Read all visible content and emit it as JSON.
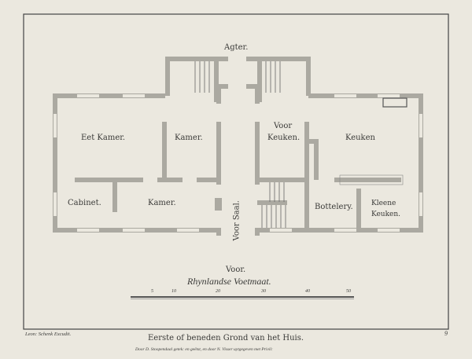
{
  "orientation": {
    "back": "Agter.",
    "front": "Voor."
  },
  "rooms": {
    "eet_kamer": "Eet Kamer.",
    "kamer_top": "Kamer.",
    "cabinet": "Cabinet.",
    "kamer_bottom": "Kamer.",
    "voor_saal": "Voor Saal.",
    "voor_keuken_1": "Voor",
    "voor_keuken_2": "Keuken.",
    "keuken": "Keuken",
    "bottelery": "Bottelery.",
    "kleene_keuken_1": "Kleene",
    "kleene_keuken_2": "Keuken."
  },
  "scale": {
    "title": "Rhynlandse Voetmaat.",
    "ticks": [
      "5",
      "10",
      "20",
      "30",
      "40",
      "50"
    ]
  },
  "footer": {
    "publisher": "Leon: Schenk Excudit.",
    "title": "Eerste of beneden Grond van het Huis.",
    "credit": "Door D. Stoopendaal getek: en geëtst, en door N. Visser uytgegeven met Privil:",
    "plate_number": "9"
  },
  "colors": {
    "paper": "#ebe8df",
    "wall": "#aba9a1",
    "ink": "#3a3a38"
  }
}
